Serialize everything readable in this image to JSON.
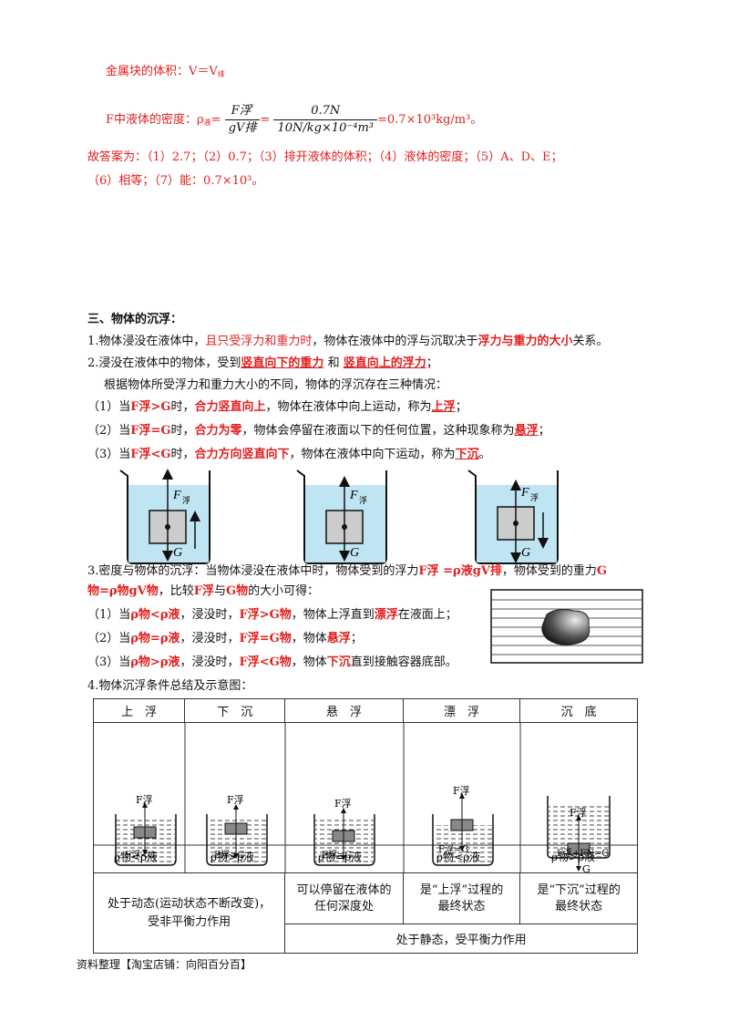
{
  "answer": {
    "vol_line": "金属块的体积：V＝V",
    "vol_sub": "排",
    "density_prefix": "F中液体的密度：ρ",
    "density_sub": "液",
    "frac1_num": "F浮′",
    "frac1_den": "gV排",
    "frac2_num": "0.7N",
    "frac2_den": "10N/kg×10⁻⁴m³",
    "density_result": "=0.7×10³kg/m³。",
    "final_1": "故答案为：（1）2.7；（2）0.7；（3）排开液体的体积；（4）液体的密度；（5）A、D、E；",
    "final_2": "（6）相等；（7）能：0.7×10³。"
  },
  "section": {
    "title": "三、物体的沉浮：",
    "p1_a": "1.物体浸没在液体中，",
    "p1_red": "且只受浮力和重力时",
    "p1_b": "，物体在液体中的浮与沉取决于",
    "p1_bold": "浮力与重力的大小",
    "p1_c": "关系。",
    "p2_a": "2.浸没在液体中的物体，受到",
    "p2_blank1": "竖直向下的重力",
    "p2_and": "和",
    "p2_blank2": "竖直向上的浮力",
    "p2_end": "；",
    "p3": "根据物体所受浮力和重力大小的不同，物体的浮沉存在三种情况：",
    "c1_a": "（1）当",
    "c1_cond": "F浮>G",
    "c1_b": "时，",
    "c1_red": "合力竖直向上",
    "c1_c": "，物体在液体中向上运动，称为",
    "c1_blank": "上浮",
    "c1_end": "；",
    "c2_a": "（2）当",
    "c2_cond": "F浮=G",
    "c2_b": "时，",
    "c2_red": "合力为零",
    "c2_c": "，物体会停留在液面以下的任何位置，这种现象称为",
    "c2_blank": "悬浮",
    "c2_end": "；",
    "c3_a": "（3）当",
    "c3_cond": "F浮<G",
    "c3_b": "时，",
    "c3_red": "合力方向竖直向下",
    "c3_c": "，物体在液体中向下运动，称为",
    "c3_blank": "下沉",
    "c3_end": "。"
  },
  "diagram_labels": {
    "f": "F",
    "f_sub": "浮",
    "g": "G"
  },
  "density": {
    "p_a": "3.密度与物体的沉浮：当物体浸没在液体中时，物体受到的浮力",
    "p_red1": "F浮 =ρ液gV排",
    "p_b": "，物体受到的重力",
    "p_red2": "G",
    "p2_red": "物=ρ物gV物",
    "p2_b": "，比较",
    "p2_f": "F浮",
    "p2_and": "与",
    "p2_g": "G物",
    "p2_c": "的大小可得：",
    "d1_a": "（1）当",
    "d1_cond": "ρ物<ρ液",
    "d1_b": "，浸没时，",
    "d1_cond2": "F浮>G物",
    "d1_c": "，物体上浮直到",
    "d1_red": "漂浮",
    "d1_d": "在液面上；",
    "d2_a": "（2）当",
    "d2_cond": "ρ物=ρ液",
    "d2_b": "，浸没时，",
    "d2_cond2": "F浮=G物",
    "d2_c": "，物体",
    "d2_red": "悬浮",
    "d2_d": "；",
    "d3_a": "（3）当",
    "d3_cond": "ρ物>ρ液",
    "d3_b": "，浸没时，",
    "d3_cond2": "F浮<G物",
    "d3_c": "，物体",
    "d3_red": "下沉",
    "d3_d": "直到接触容器底部。"
  },
  "summary": {
    "title": "4.物体沉浮条件总结及示意图：",
    "headers": [
      "上　浮",
      "下　沉",
      "悬　浮",
      "漂　浮",
      "沉　底"
    ],
    "fig_labels": [
      "F浮",
      "F浮",
      "F浮",
      "F浮",
      "F浮"
    ],
    "fig_bottom": [
      "F浮<G",
      "F浮>G",
      "F浮=G",
      "F浮=G",
      "F浮+FN=G"
    ],
    "fig_g": "G",
    "relations": [
      "ρ物<ρ液",
      "ρ物>ρ液",
      "ρ物=ρ液",
      "ρ物<ρ液",
      "ρ物>ρ液"
    ],
    "desc_dynamic": "处于动态(运动状态不断改变)，",
    "desc_dynamic2": "受非平衡力作用",
    "desc_suspend": "可以停留在液体的任何深度处",
    "desc_float": "是“上浮”过程的最终状态",
    "desc_sink": "是“下沉”过程的最终状态",
    "desc_static": "处于静态，受平衡力作用"
  },
  "footer": "资料整理【淘宝店铺：向阳百分百】"
}
